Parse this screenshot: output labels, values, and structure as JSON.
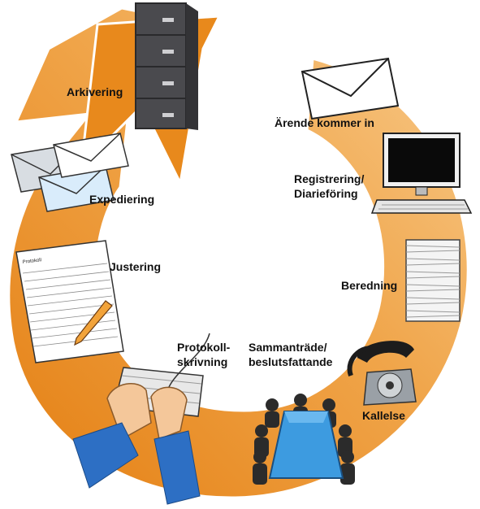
{
  "diagram": {
    "steps": [
      {
        "id": "arende",
        "label": "Ärende kommer in",
        "icon": "envelope-icon"
      },
      {
        "id": "registrering",
        "label_lines": [
          "Registrering/",
          "Diarieföring"
        ],
        "icon": "computer-icon"
      },
      {
        "id": "beredning",
        "label": "Beredning",
        "icon": "paper-stack-icon"
      },
      {
        "id": "kallelse",
        "label": "Kallelse",
        "icon": "telephone-icon"
      },
      {
        "id": "sammantrade",
        "label_lines": [
          "Sammanträde/",
          "beslutsfattande"
        ],
        "icon": "meeting-table-icon"
      },
      {
        "id": "protokoll",
        "label_lines": [
          "Protokoll-",
          "skrivning"
        ],
        "icon": "keyboard-hands-icon"
      },
      {
        "id": "justering",
        "label": "Justering",
        "icon": "document-pen-icon"
      },
      {
        "id": "expediering",
        "label": "Expediering",
        "icon": "envelopes-icon"
      },
      {
        "id": "arkivering",
        "label": "Arkivering",
        "icon": "file-cabinet-icon"
      }
    ],
    "document_title": "Protokoll",
    "colors": {
      "arrow_dark": "#e8891c",
      "arrow_light": "#f7c27a",
      "cabinet": "#4a4a4e",
      "table": "#3d9be0",
      "people": "#2b2b2b",
      "hand": "#f4c79a",
      "sleeve": "#2d6fc4"
    }
  }
}
